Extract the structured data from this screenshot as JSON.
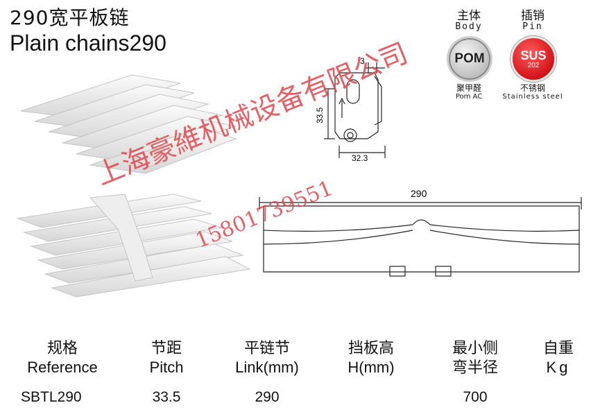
{
  "title": {
    "cn": "290宽平板链",
    "en": "Plain chains290"
  },
  "materials": {
    "body": {
      "cn": "主体",
      "en": "Body",
      "badge": "POM",
      "sub_cn": "聚甲醛",
      "sub_en": "Pom AC"
    },
    "pin": {
      "cn": "插销",
      "en": "Pin",
      "badge": "SUS",
      "badge_num": "202",
      "sub_cn": "不锈钢",
      "sub_en": "Stainless steel"
    }
  },
  "drawing": {
    "dim_top": "3",
    "dim_side": "33.5",
    "dim_bottom": "32.3",
    "dim_width": "290"
  },
  "watermark": {
    "company": "上海豪維机械设备有限公司",
    "phone": "15801739551"
  },
  "colors": {
    "watermark": "#e0474c",
    "sus_red": "#d3141a"
  },
  "table": {
    "headers": [
      {
        "cn": "规格",
        "en": "Reference"
      },
      {
        "cn": "节距",
        "en": "Pitch"
      },
      {
        "cn": "平链节",
        "en": "Link(mm)"
      },
      {
        "cn": "挡板高",
        "en": "H(mm)"
      },
      {
        "cn": "最小侧",
        "en": "弯半径"
      },
      {
        "cn": "自重",
        "en": "Kg"
      }
    ],
    "row": [
      "SBTL290",
      "33.5",
      "290",
      "",
      "700",
      ""
    ]
  }
}
